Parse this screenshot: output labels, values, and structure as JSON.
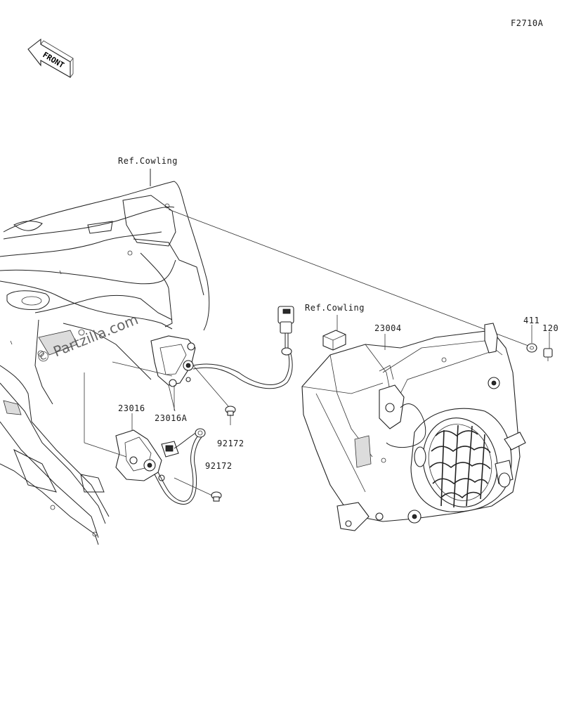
{
  "figure_code": "F2710A",
  "front_label": "FRONT",
  "watermark": "© Partzilla.com",
  "callouts": [
    {
      "id": "ref-cowling-top",
      "text": "Ref.Cowling"
    },
    {
      "id": "ref-cowling-right",
      "text": "Ref.Cowling"
    },
    {
      "id": "part-23004",
      "text": "23004"
    },
    {
      "id": "part-411",
      "text": "411"
    },
    {
      "id": "part-120",
      "text": "120"
    },
    {
      "id": "part-23016",
      "text": "23016"
    },
    {
      "id": "part-23016A",
      "text": "23016A"
    },
    {
      "id": "part-92172-upper",
      "text": "92172"
    },
    {
      "id": "part-92172-lower",
      "text": "92172"
    }
  ]
}
